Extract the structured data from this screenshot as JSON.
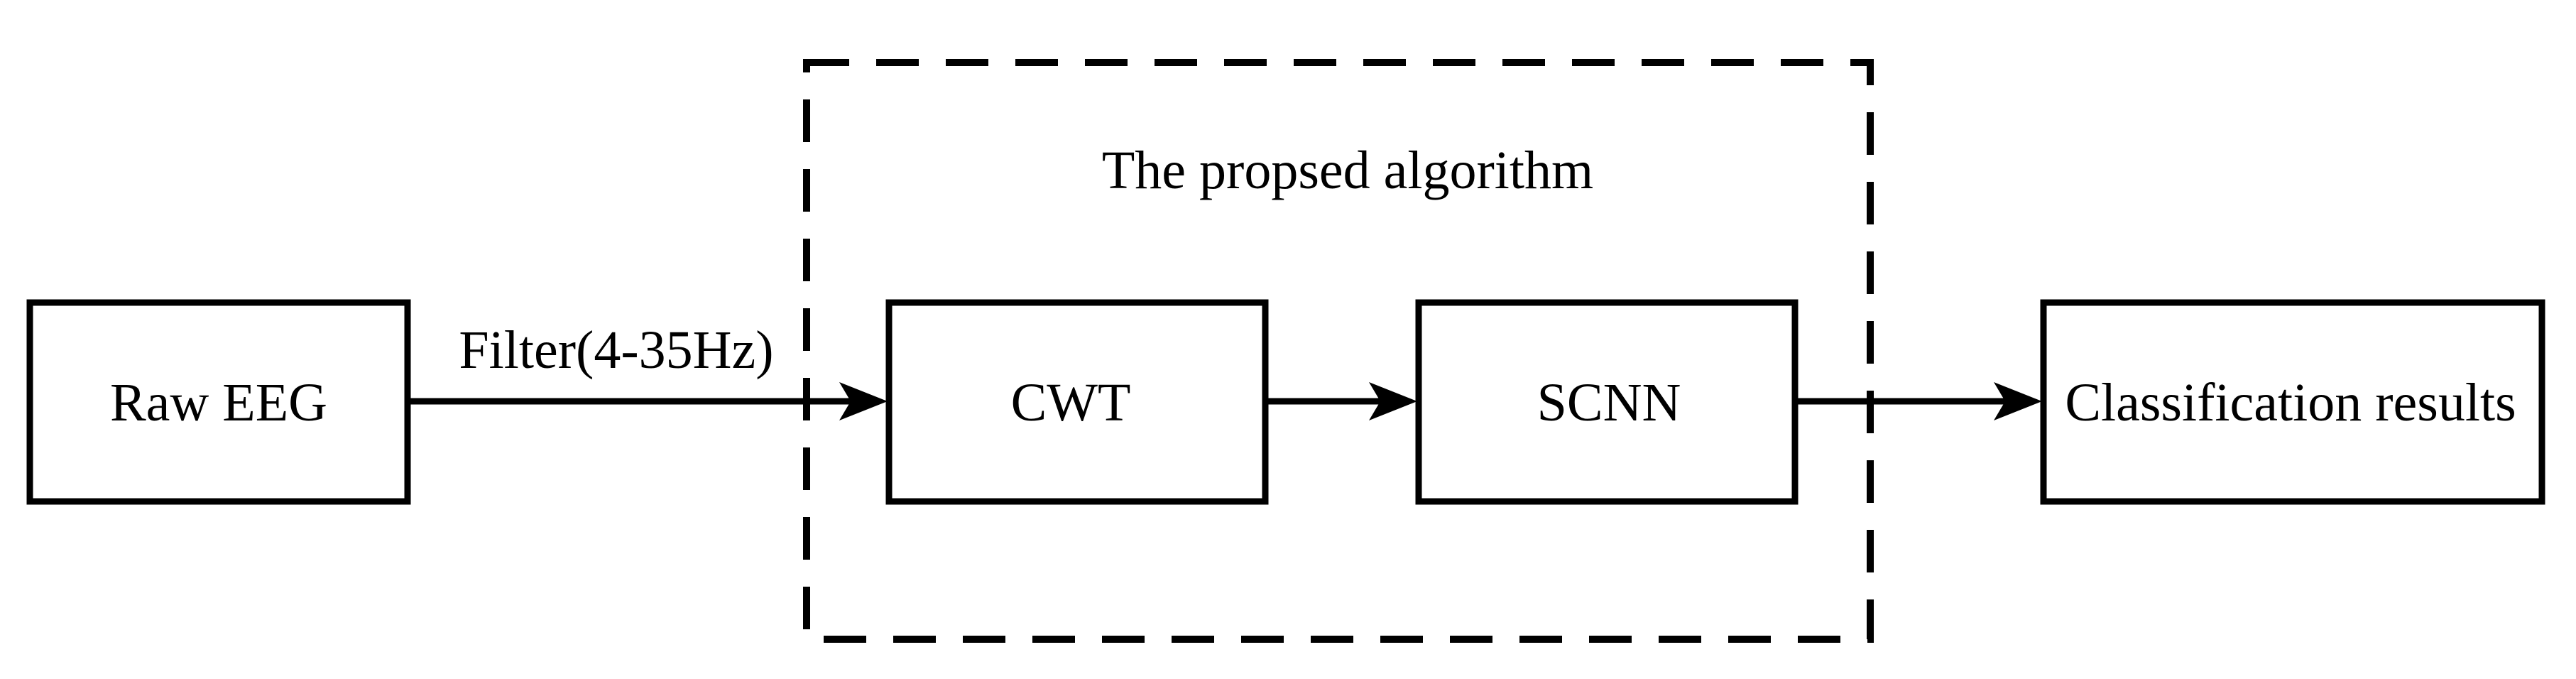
{
  "diagram": {
    "group_title": "The propsed algorithm",
    "nodes": {
      "raw_eeg": "Raw EEG",
      "cwt": "CWT",
      "scnn": "SCNN",
      "classification": "Classification results"
    },
    "edges": {
      "filter_label": "Filter(4-35Hz)"
    }
  }
}
